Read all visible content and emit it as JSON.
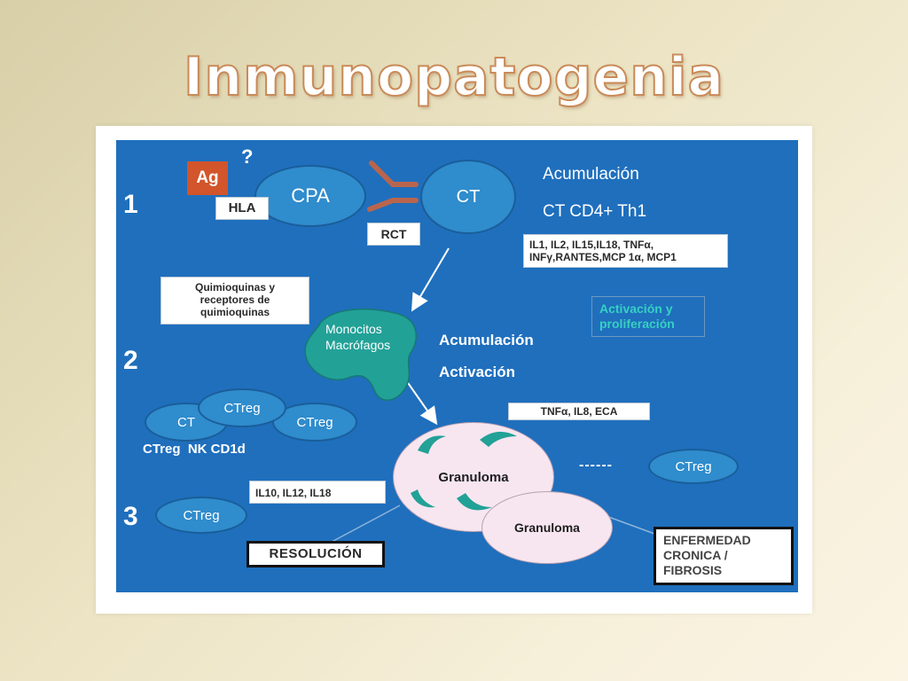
{
  "title": "Inmunopatogenia",
  "stages": [
    "1",
    "2",
    "3"
  ],
  "diagram": {
    "ag": "Ag",
    "question": "?",
    "hla": "HLA",
    "cpa": "CPA",
    "ct_top": "CT",
    "rct": "RCT",
    "acumulacion_1": "Acumulación",
    "ct_cd4": "CT CD4+ Th1",
    "cytokines_1_line1": "IL1, IL2, IL15,IL18, TNFα,",
    "cytokines_1_line2": "INFγ,RANTES,MCP 1α, MCP1",
    "quimio_line1": "Quimioquinas y",
    "quimio_line2": "receptores de",
    "quimio_line3": "quimioquinas",
    "monocitos_line1": "Monocitos",
    "monocitos_line2": "Macrófagos",
    "acumulacion_2": "Acumulación",
    "activacion": "Activación",
    "activacion_prolif_line1": "Activación y",
    "activacion_prolif_line2": "proliferación",
    "ctreg_top": "CTreg",
    "ct_mid": "CT",
    "ctreg_right": "CTreg",
    "ctreg_nk": "CTreg  NK CD1d",
    "cytokines_2": "TNFα, IL8, ECA",
    "granuloma_1": "Granuloma",
    "granuloma_2": "Granuloma",
    "ctreg_far": "CTreg",
    "dashes": "------",
    "cytokines_3": "IL10, IL12, IL18",
    "ctreg_3": "CTreg",
    "resolucion": "RESOLUCIÓN",
    "enfermedad_line1": "ENFERMEDAD",
    "enfermedad_line2": "CRONICA /",
    "enfermedad_line3": "FIBROSIS"
  },
  "colors": {
    "panel": "#1f6fbd",
    "cell": "#2f8ccd",
    "ag": "#d2552b",
    "receptor": "#b9654d",
    "monocyte": "#22a197",
    "activation_text": "#37d0c2",
    "granuloma": "#f7e6f0"
  }
}
